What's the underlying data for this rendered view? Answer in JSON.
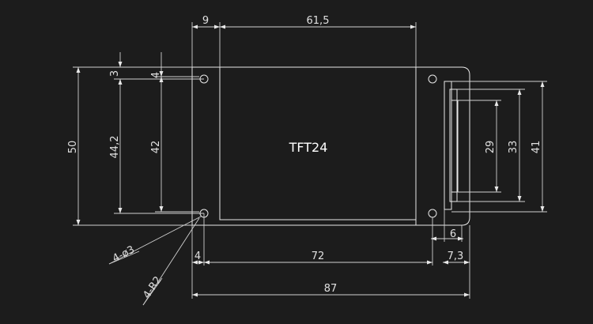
{
  "drawing": {
    "label": "TFT24",
    "colors": {
      "background": "#1c1c1c",
      "line": "#e8e8e8"
    },
    "dimensions": {
      "top_edge_to_screen": "9",
      "screen_width": "61,5",
      "hole_offset_top": "3",
      "hole_offset_4": "4",
      "total_height": "50",
      "height_44_2": "44,2",
      "height_42": "42",
      "connector_29": "29",
      "connector_33": "33",
      "connector_41": "41",
      "hole_spec": "4-ø3",
      "radius_spec": "4-R2",
      "left_offset": "4",
      "hole_spacing": "72",
      "right_offset": "7,3",
      "right_6": "6",
      "total_width": "87"
    }
  }
}
